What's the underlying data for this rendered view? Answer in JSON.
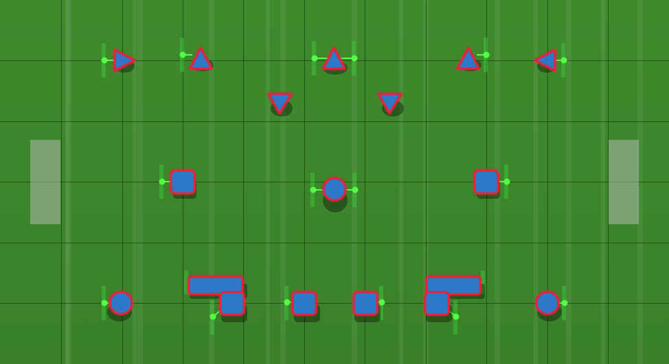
{
  "scene": {
    "title": "",
    "field_color": "#3d862b",
    "bunker_fill": "#2f78c8",
    "bunker_outline": "#e8203a",
    "marker_color": "#55ff44"
  },
  "bunkers": [
    {
      "shape": "triangle-right"
    },
    {
      "shape": "triangle-up"
    },
    {
      "shape": "triangle-up"
    },
    {
      "shape": "triangle-up"
    },
    {
      "shape": "triangle-left"
    },
    {
      "shape": "triangle-down"
    },
    {
      "shape": "triangle-down"
    },
    {
      "shape": "square"
    },
    {
      "shape": "circle"
    },
    {
      "shape": "square"
    },
    {
      "shape": "rect-wide"
    },
    {
      "shape": "rect-wide"
    },
    {
      "shape": "circle"
    },
    {
      "shape": "square"
    },
    {
      "shape": "square"
    },
    {
      "shape": "square"
    },
    {
      "shape": "square"
    },
    {
      "shape": "circle"
    }
  ]
}
